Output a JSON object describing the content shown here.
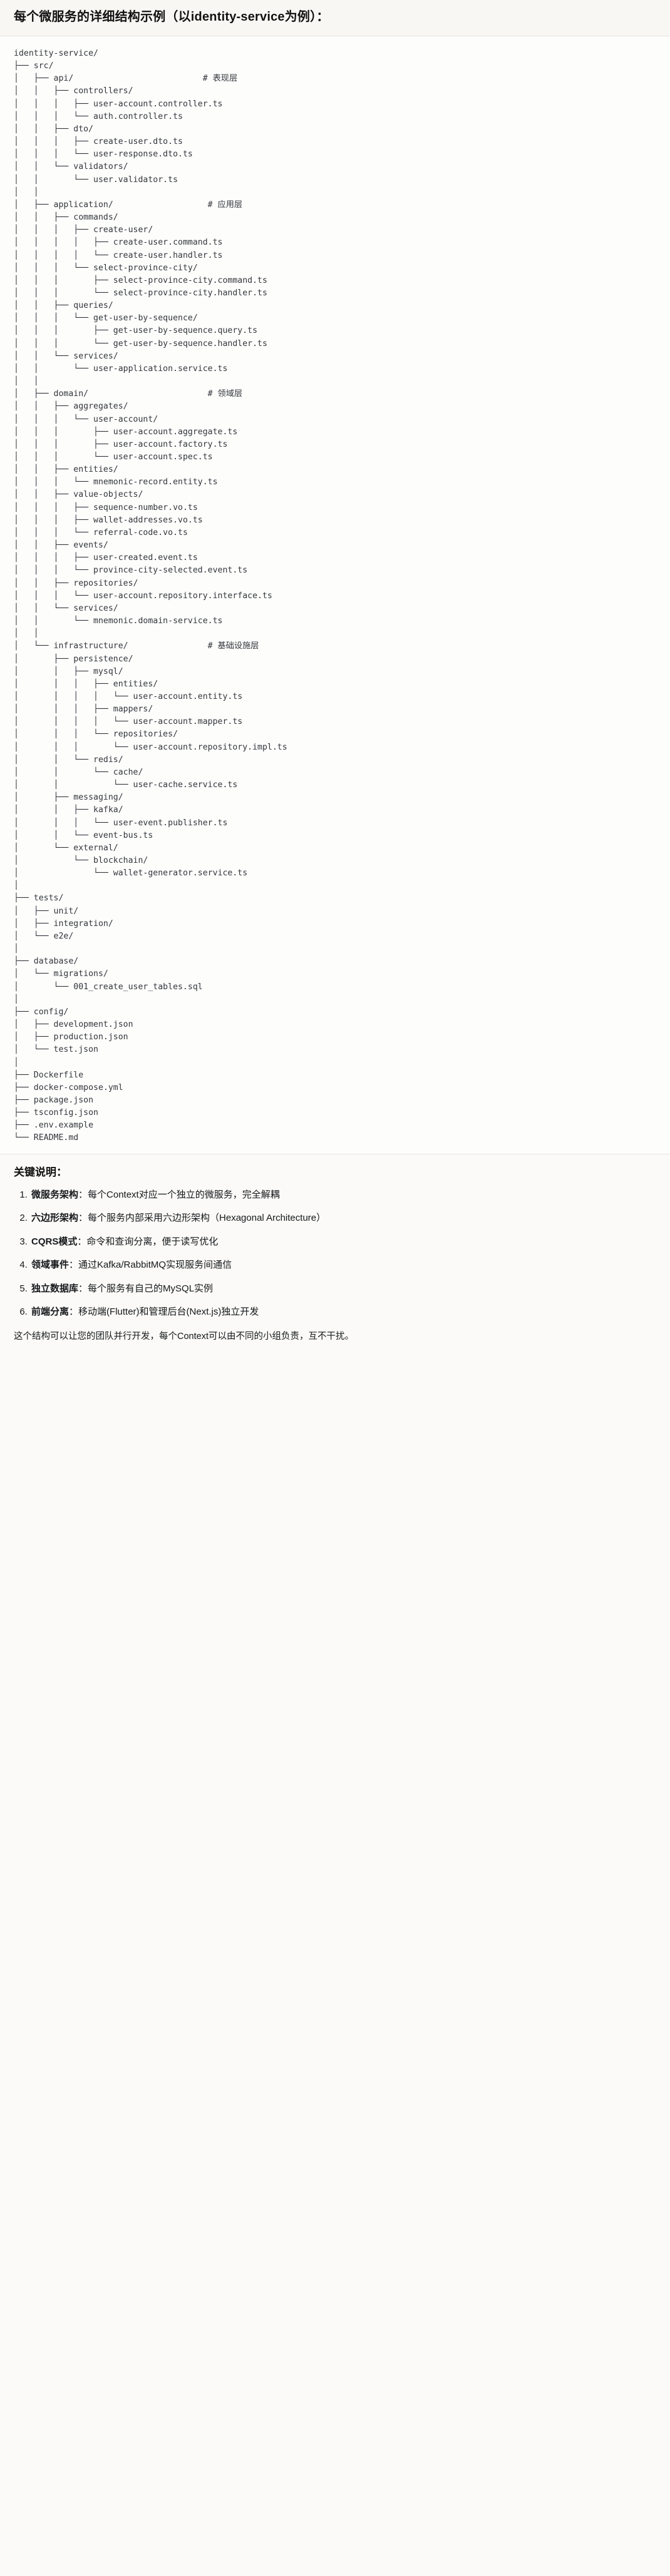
{
  "header": {
    "title": "每个微服务的详细结构示例（以identity-service为例）："
  },
  "tree": {
    "root": "identity-service/",
    "lines": [
      "identity-service/",
      "├── src/",
      "│   ├── api/                          # 表现层",
      "│   │   ├── controllers/",
      "│   │   │   ├── user-account.controller.ts",
      "│   │   │   └── auth.controller.ts",
      "│   │   ├── dto/",
      "│   │   │   ├── create-user.dto.ts",
      "│   │   │   └── user-response.dto.ts",
      "│   │   └── validators/",
      "│   │       └── user.validator.ts",
      "│   │",
      "│   ├── application/                   # 应用层",
      "│   │   ├── commands/",
      "│   │   │   ├── create-user/",
      "│   │   │   │   ├── create-user.command.ts",
      "│   │   │   │   └── create-user.handler.ts",
      "│   │   │   └── select-province-city/",
      "│   │   │       ├── select-province-city.command.ts",
      "│   │   │       └── select-province-city.handler.ts",
      "│   │   ├── queries/",
      "│   │   │   └── get-user-by-sequence/",
      "│   │   │       ├── get-user-by-sequence.query.ts",
      "│   │   │       └── get-user-by-sequence.handler.ts",
      "│   │   └── services/",
      "│   │       └── user-application.service.ts",
      "│   │",
      "│   ├── domain/                        # 领域层",
      "│   │   ├── aggregates/",
      "│   │   │   └── user-account/",
      "│   │   │       ├── user-account.aggregate.ts",
      "│   │   │       ├── user-account.factory.ts",
      "│   │   │       └── user-account.spec.ts",
      "│   │   ├── entities/",
      "│   │   │   └── mnemonic-record.entity.ts",
      "│   │   ├── value-objects/",
      "│   │   │   ├── sequence-number.vo.ts",
      "│   │   │   ├── wallet-addresses.vo.ts",
      "│   │   │   └── referral-code.vo.ts",
      "│   │   ├── events/",
      "│   │   │   ├── user-created.event.ts",
      "│   │   │   └── province-city-selected.event.ts",
      "│   │   ├── repositories/",
      "│   │   │   └── user-account.repository.interface.ts",
      "│   │   └── services/",
      "│   │       └── mnemonic.domain-service.ts",
      "│   │",
      "│   └── infrastructure/                # 基础设施层",
      "│       ├── persistence/",
      "│       │   ├── mysql/",
      "│       │   │   ├── entities/",
      "│       │   │   │   └── user-account.entity.ts",
      "│       │   │   ├── mappers/",
      "│       │   │   │   └── user-account.mapper.ts",
      "│       │   │   └── repositories/",
      "│       │   │       └── user-account.repository.impl.ts",
      "│       │   └── redis/",
      "│       │       └── cache/",
      "│       │           └── user-cache.service.ts",
      "│       ├── messaging/",
      "│       │   ├── kafka/",
      "│       │   │   └── user-event.publisher.ts",
      "│       │   └── event-bus.ts",
      "│       └── external/",
      "│           └── blockchain/",
      "│               └── wallet-generator.service.ts",
      "│",
      "├── tests/",
      "│   ├── unit/",
      "│   ├── integration/",
      "│   └── e2e/",
      "│",
      "├── database/",
      "│   └── migrations/",
      "│       └── 001_create_user_tables.sql",
      "│",
      "├── config/",
      "│   ├── development.json",
      "│   ├── production.json",
      "│   └── test.json",
      "│",
      "├── Dockerfile",
      "├── docker-compose.yml",
      "├── package.json",
      "├── tsconfig.json",
      "├── .env.example",
      "└── README.md"
    ],
    "layer_comments": [
      "# 表现层",
      "# 应用层",
      "# 领域层",
      "# 基础设施层"
    ]
  },
  "notes": {
    "heading": "关键说明：",
    "items": [
      {
        "term": "微服务架构",
        "sep": "：",
        "desc": "每个Context对应一个独立的微服务，完全解耦"
      },
      {
        "term": "六边形架构",
        "sep": "：",
        "desc": "每个服务内部采用六边形架构（Hexagonal Architecture）"
      },
      {
        "term": "CQRS模式",
        "sep": "：",
        "desc": "命令和查询分离，便于读写优化"
      },
      {
        "term": "领域事件",
        "sep": "：",
        "desc": "通过Kafka/RabbitMQ实现服务间通信"
      },
      {
        "term": "独立数据库",
        "sep": "：",
        "desc": "每个服务有自己的MySQL实例"
      },
      {
        "term": "前端分离",
        "sep": "：",
        "desc": "移动端(Flutter)和管理后台(Next.js)独立开发"
      }
    ],
    "closing": "这个结构可以让您的团队并行开发，每个Context可以由不同的小组负责，互不干扰。"
  },
  "colors": {
    "page_bg": "#fbfaf8",
    "header_bg": "#f8f7f3",
    "code_bg": "#fdfdfc",
    "text": "#1c1c1c",
    "code_text": "#33363b",
    "divider": "#e3e1db"
  }
}
